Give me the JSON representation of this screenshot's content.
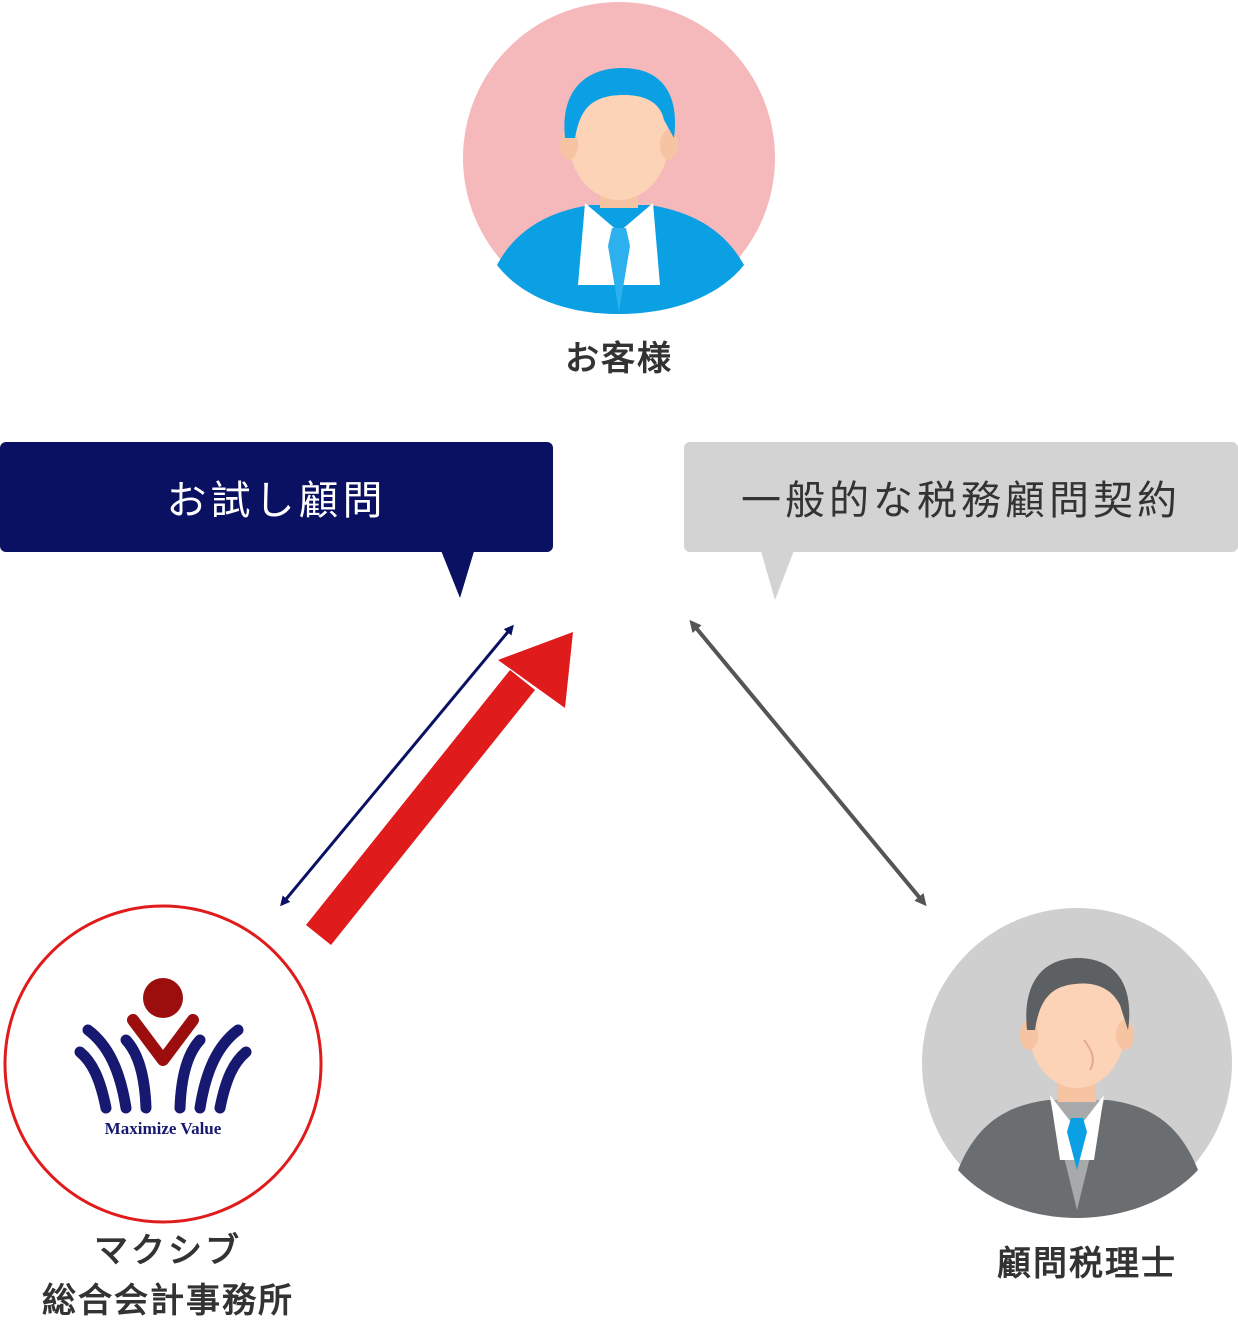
{
  "nodes": {
    "customer": {
      "label": "お客様"
    },
    "firm": {
      "label_line1": "マクシブ",
      "label_line2": "総合会計事務所",
      "logo_text": "Maximize Value"
    },
    "advisor": {
      "label": "顧問税理士"
    }
  },
  "bubbles": {
    "trial": {
      "text": "お試し顧問"
    },
    "general": {
      "text": "一般的な税務顧問契約"
    }
  },
  "colors": {
    "navy": "#0b1162",
    "red": "#e01b1b",
    "gray_arrow": "#555555",
    "customer_bg": "#f5b8bb",
    "advisor_bg": "#cfcfcf",
    "suit_blue": "#0b9fe3",
    "suit_gray": "#6b6e70"
  }
}
